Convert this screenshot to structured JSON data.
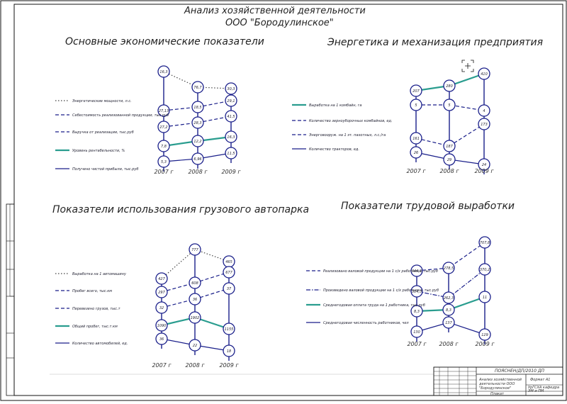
{
  "title": {
    "line1": "Анализ хозяйственной деятельности",
    "line2": "ООО \"Бородулинское\""
  },
  "colors": {
    "line": "#1a1f8a",
    "accent": "#2a9d8f",
    "dots": "#444444",
    "frame": "#111111"
  },
  "panels": [
    {
      "title": "Основные экономические показатели",
      "years": [
        "2007 г",
        "2008 г",
        "2009 г"
      ],
      "legend": [
        {
          "label": "Энергетические мощности, л.с.",
          "style": "dotted"
        },
        {
          "label": "Себестоимость реализованной продукции, тыс.руб",
          "style": "dashed"
        },
        {
          "label": "Выручка от реализации, тыс.руб",
          "style": "dashed"
        },
        {
          "label": "Уровень рентабельности, %",
          "style": "accent"
        },
        {
          "label": "Получено чистой прибыли, тыс.руб",
          "style": "solid"
        }
      ],
      "nodes": [
        [
          "16,3",
          "76,7",
          "30,3"
        ],
        [
          "27,13",
          "18,5",
          "29,1"
        ],
        [
          "27,2",
          "28,3",
          "41,5"
        ],
        [
          "7,8",
          "12,2",
          "16,3"
        ],
        [
          "5,3",
          "6,96",
          "11,5"
        ]
      ]
    },
    {
      "title": "Энергетика и механизация предприятия",
      "years": [
        "2007 г",
        "2008 г",
        "2009 г"
      ],
      "legend": [
        {
          "label": "Выработка на 1 комбайн, га",
          "style": "accent"
        },
        {
          "label": "Количество зерноуборочных комбайнов, ед.",
          "style": "dashed"
        },
        {
          "label": "Энерговооруж. на 1 эт. пахотных, л.с./га",
          "style": "dashed"
        },
        {
          "label": "Количество тракторов, ед.",
          "style": "solid"
        }
      ],
      "nodes": [
        [
          "207",
          "280",
          "410"
        ],
        [
          "5",
          "5",
          "4"
        ],
        [
          "161",
          "187",
          "173"
        ],
        [
          "26",
          "29",
          "24"
        ]
      ]
    },
    {
      "title": "Показатели использования грузового автопарка",
      "years": [
        "2007 г",
        "2008 г",
        "2009 г"
      ],
      "legend": [
        {
          "label": "Выработка на 1 автомашину",
          "style": "dotted"
        },
        {
          "label": "Пробег всего, тыс.км",
          "style": "dashed"
        },
        {
          "label": "Перевезено грузов, тыс.т",
          "style": "dashed"
        },
        {
          "label": "Общий пробег, тыс.т.км",
          "style": "accent"
        },
        {
          "label": "Количество автомобилей, ед.",
          "style": "solid"
        }
      ],
      "nodes": [
        [
          "427",
          "777",
          "465"
        ],
        [
          "297",
          "608",
          "677"
        ],
        [
          "32",
          "36",
          "37"
        ],
        [
          "1090",
          "1902",
          "1155"
        ],
        [
          "36",
          "22",
          "18"
        ]
      ]
    },
    {
      "title": "Показатели трудовой выработки",
      "years": [
        "2007 г",
        "2008 г",
        "2009 г"
      ],
      "legend": [
        {
          "label": "Реализовано валовой продукции на 1 с/х работника, тыс.руб",
          "style": "dashed"
        },
        {
          "label": "Произведено валовой продукции на 1 с/х работника, тыс.руб",
          "style": "dashdot"
        },
        {
          "label": "Среднегодовая оплата труда на 1 работника, тыс.руб",
          "style": "accent"
        },
        {
          "label": "Среднегодовая численность работников, чел",
          "style": "solid"
        }
      ],
      "nodes": [
        [
          "344,9",
          "278,5",
          "707,8"
        ],
        [
          "304,3",
          "262,3",
          "370,2"
        ],
        [
          "8,3",
          "8,3",
          "11"
        ],
        [
          "130",
          "137",
          "129"
        ]
      ]
    }
  ],
  "title_block": {
    "doc_code": "ПОЯСНЕН/ДП/2010 ДП",
    "sheet_title": "Анализ хозяйственной деятельности ООО \"Бородулинское\"",
    "org": "УрГСХА кафедра ЭМ и ПМ",
    "stage": "Плакат",
    "format": "Формат А1"
  }
}
